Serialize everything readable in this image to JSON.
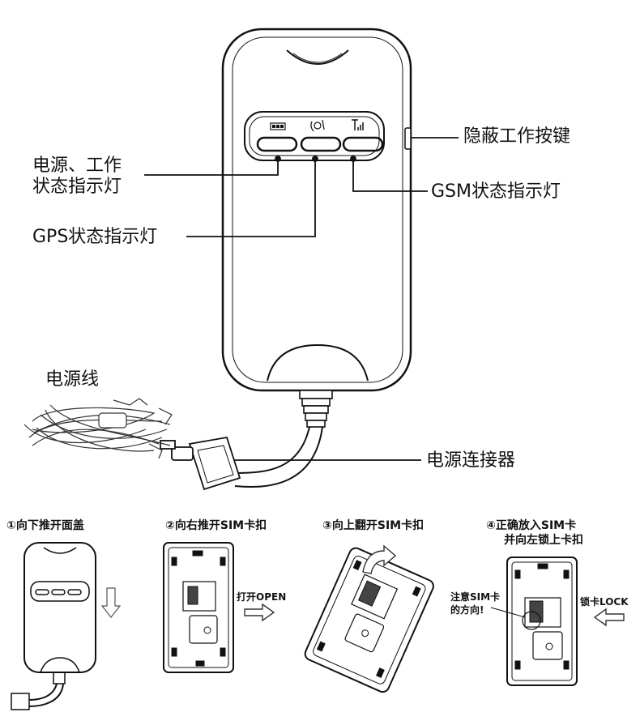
{
  "labels": {
    "hidden_button": "隐蔽工作按键",
    "power_status_line1": "电源、工作",
    "power_status_line2": "状态指示灯",
    "gsm_led": "GSM状态指示灯",
    "gps_led": "GPS状态指示灯",
    "power_cable": "电源线",
    "power_connector": "电源连接器"
  },
  "steps": [
    {
      "number": "①",
      "text": "向下推开面盖"
    },
    {
      "number": "②",
      "text": "向右推开SIM卡扣"
    },
    {
      "number": "③",
      "text": "向上翻开SIM卡扣"
    },
    {
      "number": "④",
      "text": "正确放入SIM卡",
      "text2": "并向左锁上卡扣"
    }
  ],
  "annotations": {
    "open": "打开OPEN",
    "lock": "锁卡LOCK",
    "sim_note_line1": "注意SIM卡",
    "sim_note_line2": "的方向!"
  }
}
